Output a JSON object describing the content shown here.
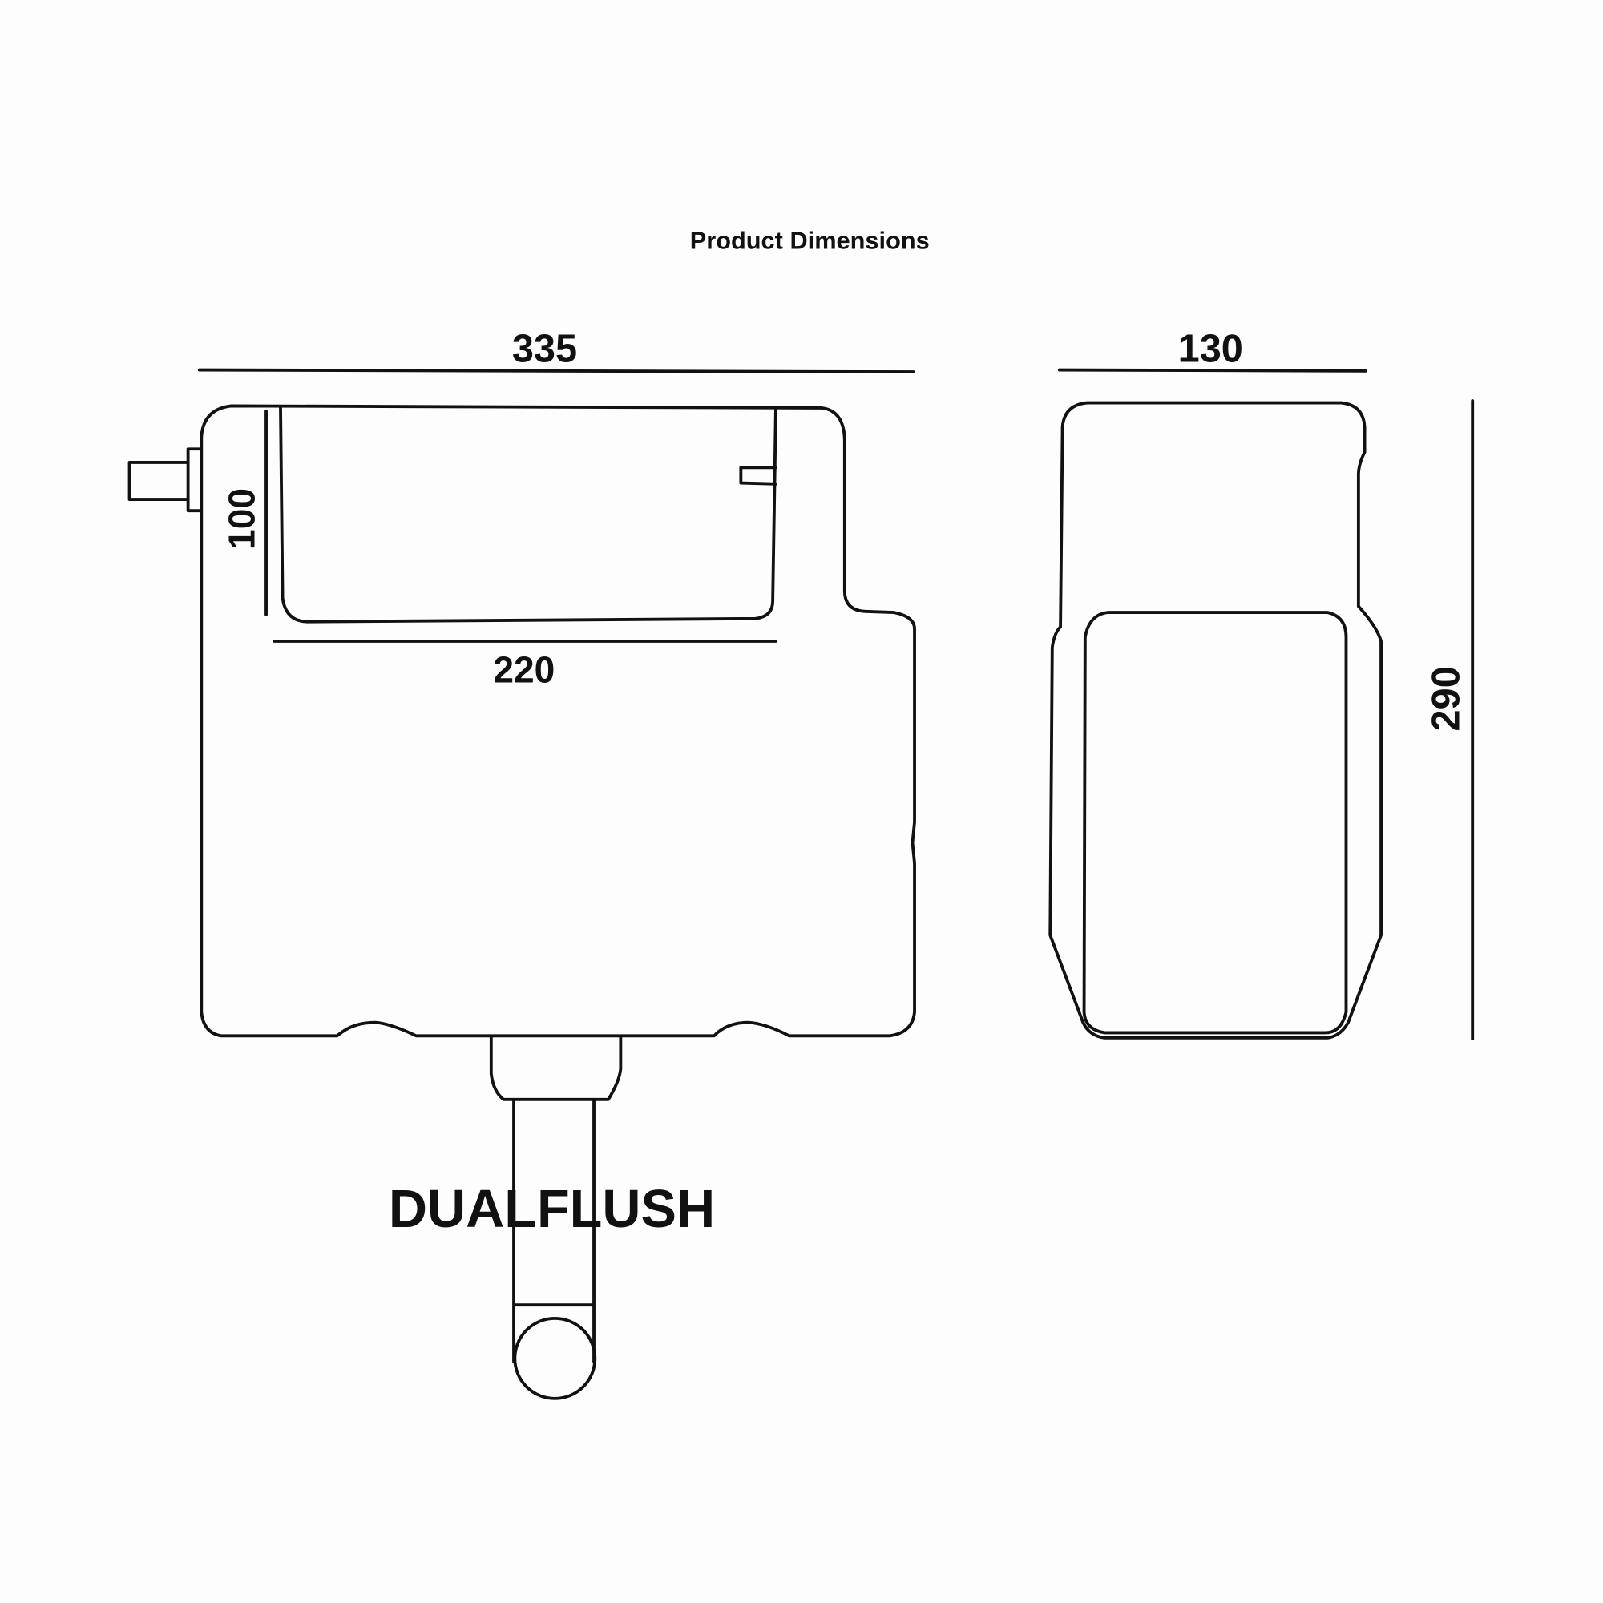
{
  "title": "Product Dimensions",
  "dimensions": {
    "front_width": "335",
    "inner_width": "220",
    "inner_height": "100",
    "side_depth": "130",
    "height": "290"
  },
  "brand_label": "DUALFLUSH",
  "colors": {
    "line": "#111111",
    "background": "#fdfdfd"
  }
}
